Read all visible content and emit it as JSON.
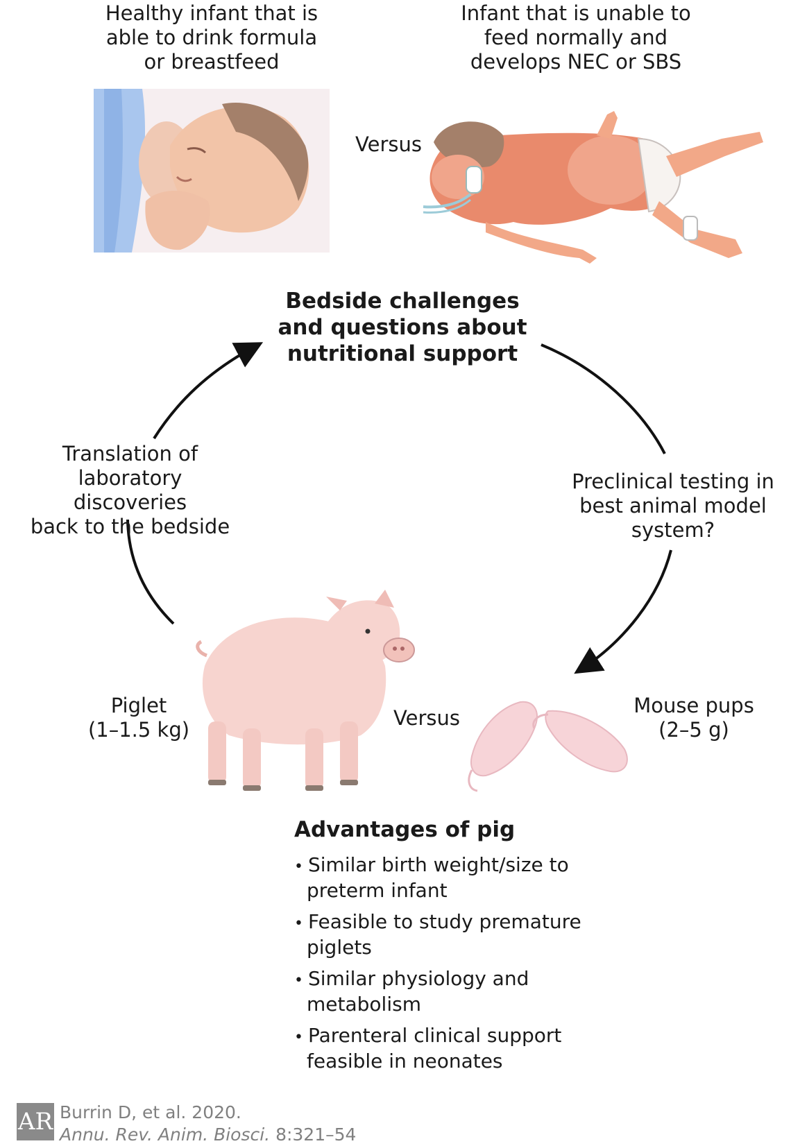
{
  "top": {
    "healthy_infant": "Healthy infant that is\nable to drink formula\nor breastfeed",
    "sick_infant": "Infant that is unable to\nfeed normally and\ndevelops NEC or SBS",
    "versus": "Versus"
  },
  "cycle": {
    "bedside": "Bedside challenges\nand questions about\nnutritional support",
    "preclinical": "Preclinical testing in\nbest animal model\nsystem?",
    "translation": "Translation of\nlaboratory discoveries\nback to the bedside"
  },
  "animals": {
    "piglet": "Piglet\n(1–1.5 kg)",
    "mouse": "Mouse pups\n(2–5 g)",
    "versus": "Versus"
  },
  "advantages": {
    "title": "Advantages of pig",
    "items": [
      "Similar birth weight/size to preterm infant",
      "Feasible to study premature piglets",
      "Similar physiology and metabolism",
      "Parenteral clinical support feasible in neonates"
    ]
  },
  "citation": {
    "logo": "AR",
    "line1": "Burrin D, et al. 2020.",
    "journal": "Annu. Rev. Anim. Biosci.",
    "pages": " 8:321–54"
  },
  "colors": {
    "skin": "#f2c4a8",
    "inflamed": "#e98a6c",
    "pig": "#f7d4cf",
    "blue": "#a9c6ee",
    "arrow": "#111111"
  }
}
